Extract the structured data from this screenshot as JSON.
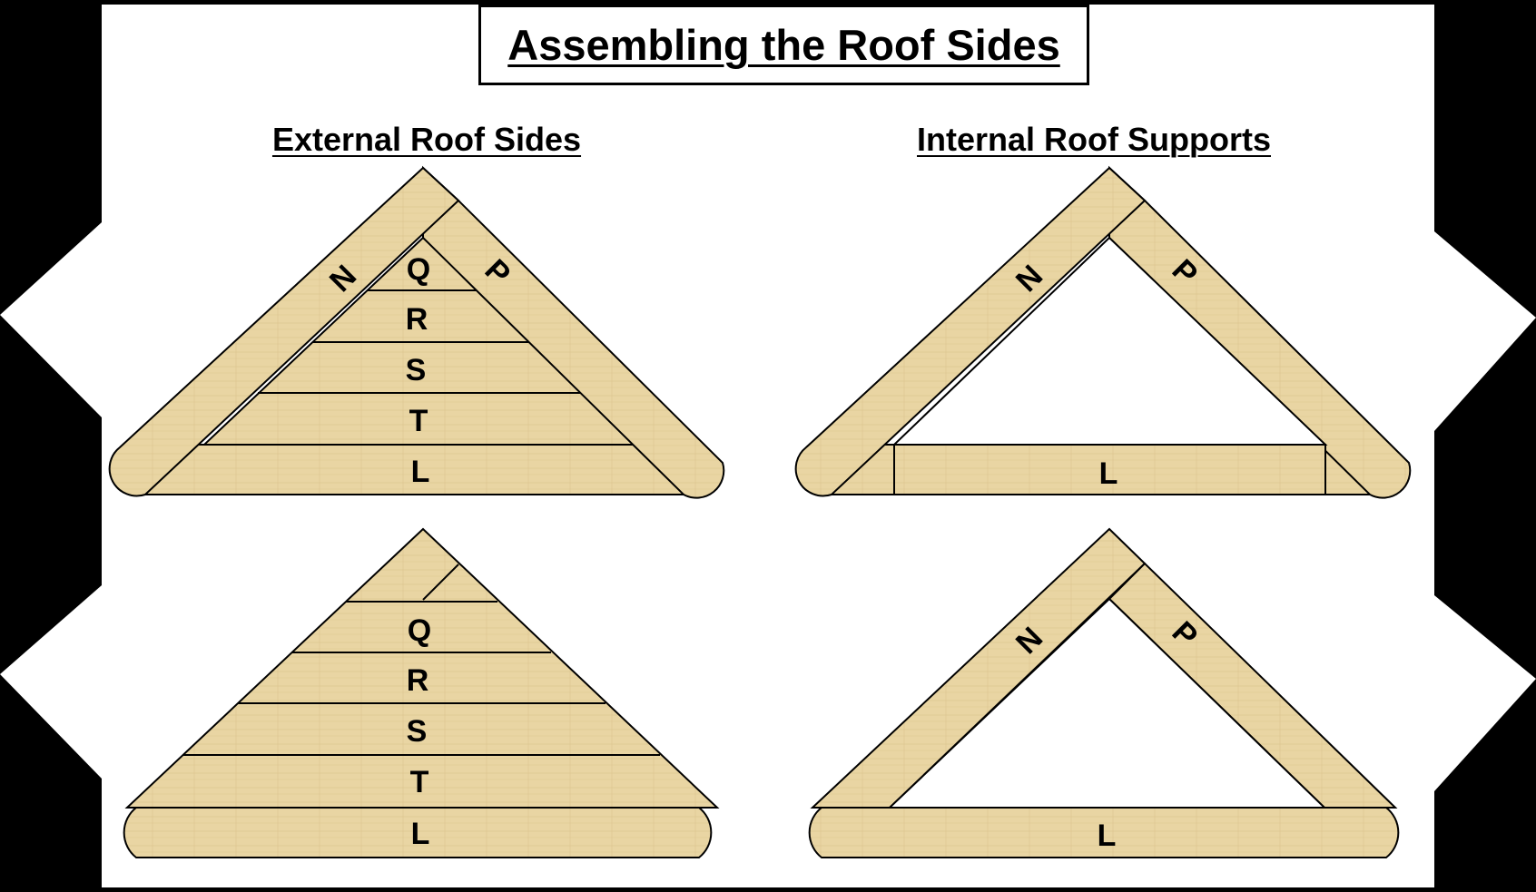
{
  "title": "Assembling the Roof Sides",
  "headings": {
    "external": "External Roof Sides",
    "internal": "Internal Roof Supports"
  },
  "colors": {
    "wood": "#e9d5a3",
    "wood_grain": "#d8c08a",
    "outline": "#000000",
    "paper": "#ffffff",
    "background": "#000000"
  },
  "diagrams": {
    "external_top": {
      "left_stick": "N",
      "right_stick": "P",
      "planks": [
        "Q",
        "R",
        "S",
        "T"
      ],
      "base": "L"
    },
    "external_bottom": {
      "planks": [
        "Q",
        "R",
        "S",
        "T"
      ],
      "base": "L"
    },
    "internal_top": {
      "left_stick": "N",
      "right_stick": "P",
      "base": "L"
    },
    "internal_bottom": {
      "left_stick": "N",
      "right_stick": "P",
      "base": "L"
    }
  }
}
